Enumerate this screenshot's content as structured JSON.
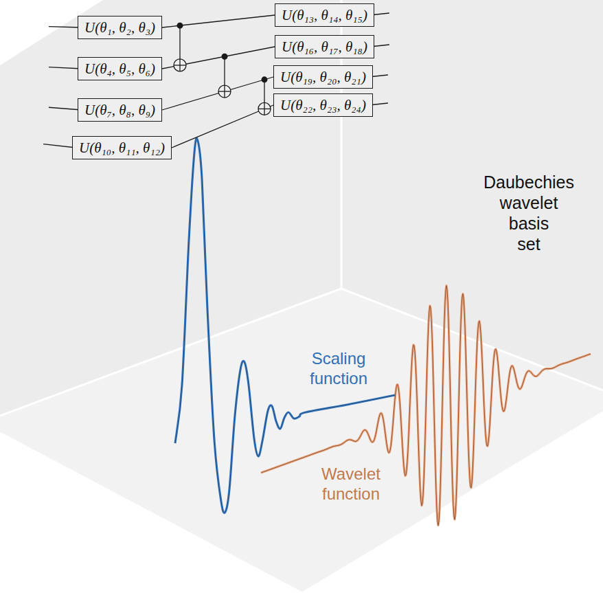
{
  "diagram": {
    "nodes": [
      {
        "text": [
          "U(θ₁, θ₂, θ₃)"
        ]
      },
      {
        "text": [
          "U(θ₄, θ₅, θ₆)"
        ]
      },
      {
        "text": [
          "U(θ₇, θ₈, θ₉)"
        ]
      },
      {
        "text": [
          "U(θ₁₀, θ₁₁, θ₁₂)"
        ]
      },
      {
        "text": [
          "U(θ₁₃, θ₁₄, θ₁₅)"
        ]
      },
      {
        "text": [
          "U(θ₁₆, θ₁₇, θ₁₈)"
        ]
      },
      {
        "text": [
          "U(θ₁₉, θ₂₀, θ₂₁)"
        ]
      },
      {
        "text": [
          "U(θ₂₂, θ₂₃, θ₂₄)"
        ]
      }
    ],
    "edges": [
      {
        "from": 0,
        "to": 4,
        "arrow": "none"
      },
      {
        "from": 1,
        "to": 5,
        "arrow": "none"
      },
      {
        "from": 2,
        "to": 6,
        "arrow": "none"
      },
      {
        "from": 3,
        "to": 7,
        "arrow": "none"
      }
    ],
    "labels": [
      "Daubechies wavelet basis set",
      "Scaling function",
      "Wavelet function"
    ]
  }
}
